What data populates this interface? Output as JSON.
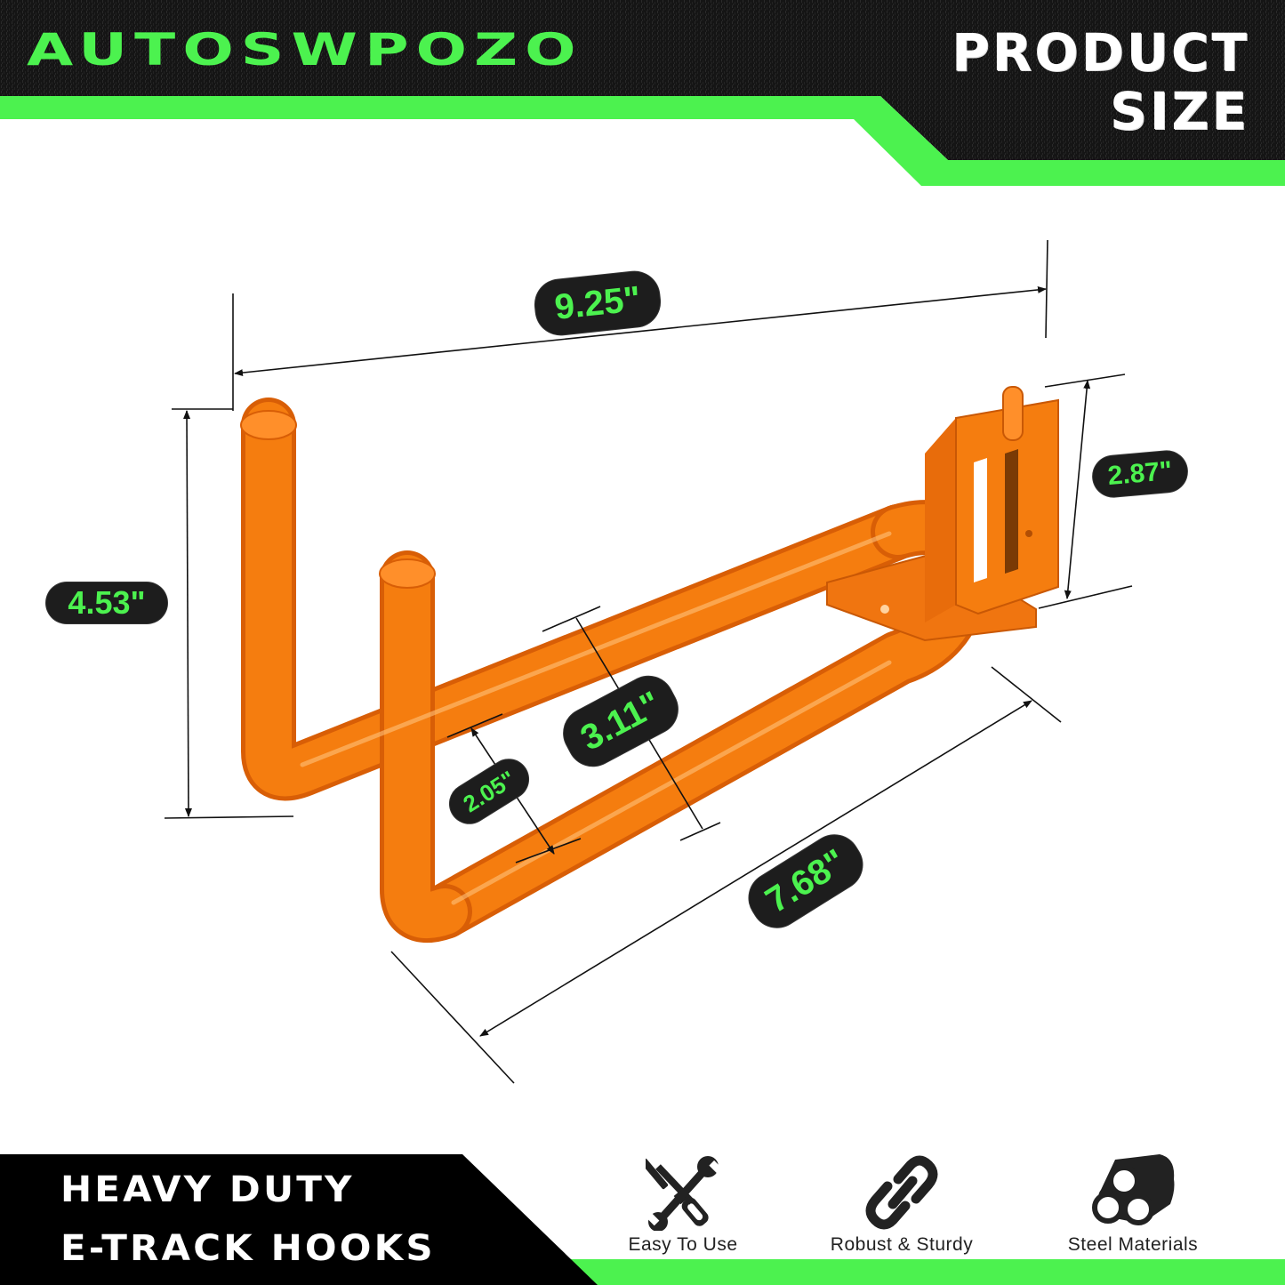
{
  "header": {
    "brand": "AUTOSWPOZO",
    "title_line1": "PRODUCT",
    "title_line2": "SIZE"
  },
  "dimensions": {
    "overall_length": "9.25\"",
    "hook_height": "4.53\"",
    "fitting_height": "2.87\"",
    "outer_width": "3.11\"",
    "inner_width": "2.05\"",
    "arm_length": "7.68\""
  },
  "footer": {
    "headline_line1": "HEAVY DUTY",
    "headline_line2": "E-TRACK HOOKS",
    "features": [
      {
        "icon": "tools-icon",
        "label": "Easy To Use"
      },
      {
        "icon": "chain-link-icon",
        "label": "Robust & Sturdy"
      },
      {
        "icon": "steel-pipes-icon",
        "label": "Steel Materials"
      }
    ]
  },
  "colors": {
    "accent_green": "#4cf24f",
    "dark": "#111111",
    "product_orange": "#f57d0f",
    "label_bg": "#1d1d1d"
  }
}
